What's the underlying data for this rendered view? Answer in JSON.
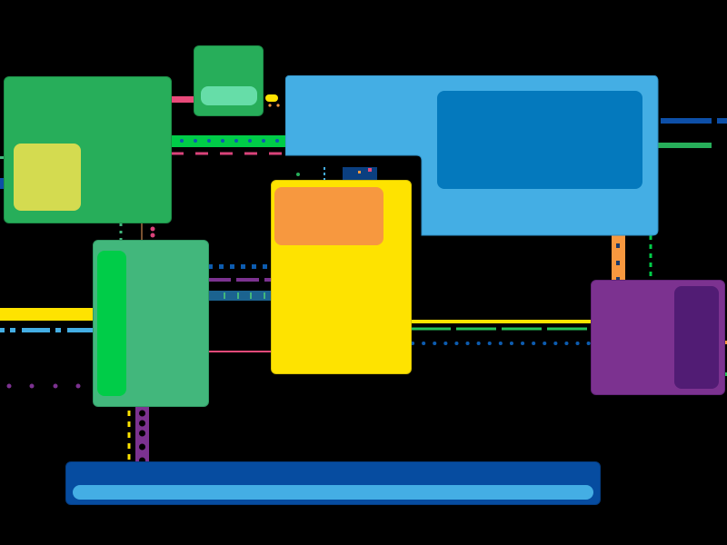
{
  "scene": {
    "title": "",
    "background": "#000000",
    "panels": [
      {
        "id": "green-panel-left",
        "color": "#27AE5A",
        "inner_color": "#D4DB50"
      },
      {
        "id": "green-panel-small",
        "color": "#27AE5A",
        "inner_color": "#66DDA8"
      },
      {
        "id": "lightblue-panel",
        "color": "#44AEE4",
        "inner_color": "#0479BD"
      },
      {
        "id": "yellow-panel",
        "color": "#FEE300",
        "inner_color": "#F7983F"
      },
      {
        "id": "seagreen-panel",
        "color": "#42B77C",
        "inner_color": "#00CC48"
      },
      {
        "id": "purple-panel",
        "color": "#7C3290",
        "inner_color": "#511C74"
      },
      {
        "id": "navy-bar",
        "color": "#064CA0",
        "inner_color": "#44AEE4"
      }
    ],
    "connectors": [
      {
        "id": "pink-solid",
        "color": "#E84A7A"
      },
      {
        "id": "green-thick-dotted",
        "color": "#00CC48",
        "dot_color": "#0D5CB0"
      },
      {
        "id": "pink-dashed",
        "color": "#D9437A"
      },
      {
        "id": "yellow-thick",
        "color": "#FEE300"
      },
      {
        "id": "blue-dashdot",
        "color": "#44AEE4"
      },
      {
        "id": "purple-dotted",
        "color": "#7C3290"
      },
      {
        "id": "blue-square-dotted",
        "color": "#0D5CB0"
      },
      {
        "id": "purple-dashed",
        "color": "#7C3290"
      },
      {
        "id": "teal-band",
        "color": "#1B6390",
        "dash_color": "#42B77C"
      },
      {
        "id": "pink-thin",
        "color": "#E84A7A"
      },
      {
        "id": "yellow-thin",
        "color": "#FEE300"
      },
      {
        "id": "green-dashed",
        "color": "#27C45A"
      },
      {
        "id": "blue-dotted",
        "color": "#0D5CB0"
      },
      {
        "id": "orange-band",
        "color": "#F7983F"
      },
      {
        "id": "green-vertical-dashed",
        "color": "#00CC48"
      },
      {
        "id": "navy-dashed-right",
        "color": "#0D4FA8"
      },
      {
        "id": "green-solid-right",
        "color": "#27AE5A"
      },
      {
        "id": "purple-ladder",
        "color": "#7C3290"
      },
      {
        "id": "yellow-vertical-dashed",
        "color": "#FEE300"
      }
    ]
  }
}
